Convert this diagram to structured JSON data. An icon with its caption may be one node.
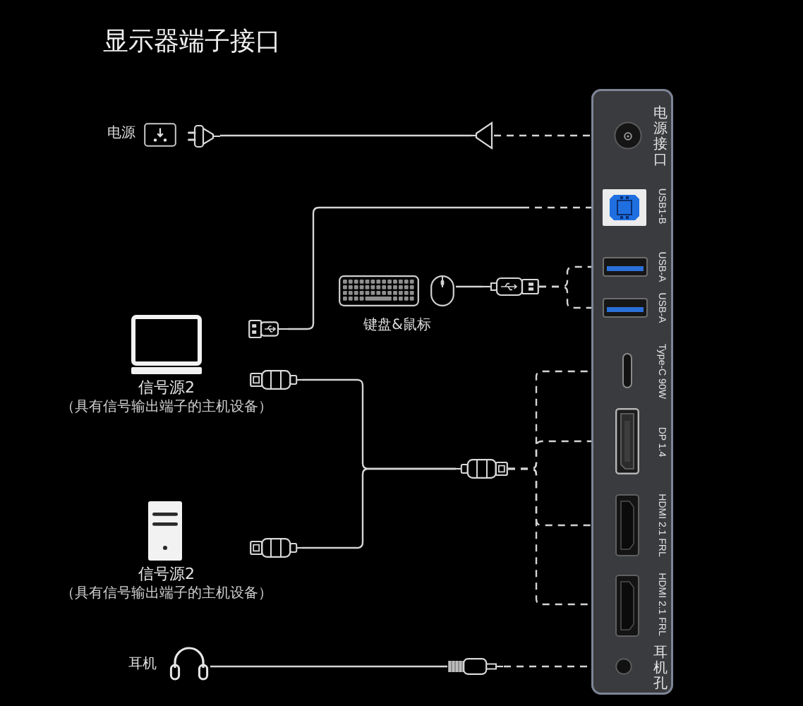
{
  "diagram": {
    "title": "显示器端子接口",
    "nodes": [
      {
        "text": [],
        "shape": "box"
      },
      {
        "text": [
          "电源接口"
        ],
        "in": 0
      },
      {
        "text": [
          "USB1-B"
        ],
        "in": 0
      },
      {
        "text": [
          "USB-A"
        ],
        "in": 0
      },
      {
        "text": [
          "USB-A"
        ],
        "in": 0
      },
      {
        "text": [
          "Type-C 90W"
        ],
        "in": 0
      },
      {
        "text": [
          "DP 1.4"
        ],
        "in": 0
      },
      {
        "text": [
          "HDMI 2.1 FRL"
        ],
        "in": 0
      },
      {
        "text": [
          "HDMI 2.1 FRL"
        ],
        "in": 0
      },
      {
        "text": [
          "耳机孔"
        ],
        "in": 0
      },
      {
        "text": [
          "电源"
        ]
      },
      {
        "text": [],
        "shape": "plug"
      },
      {
        "text": [],
        "shape": "plug"
      },
      {
        "text": [],
        "shape": "plug"
      },
      {
        "text": [
          "键盘&鼠标"
        ]
      },
      {
        "text": [],
        "shape": "plug"
      },
      {
        "text": [
          "信号源2",
          "（具有信号输出端子的主机设备）"
        ]
      },
      {
        "text": [],
        "shape": "plug"
      },
      {
        "text": [
          "信号源2",
          "（具有信号输出端子的主机设备）"
        ]
      },
      {
        "text": [],
        "shape": "plug"
      },
      {
        "text": [],
        "shape": "plug"
      },
      {
        "text": [
          "耳机"
        ]
      },
      {
        "text": [],
        "shape": "plug"
      }
    ],
    "edges": [
      {
        "from": 11,
        "to": 12,
        "arrow": "none"
      },
      {
        "from": 12,
        "to": 1,
        "arrow": "none",
        "style": "dashed"
      },
      {
        "from": 2,
        "to": 13,
        "arrow": "none",
        "style": "dashed"
      },
      {
        "from": 14,
        "to": 15,
        "arrow": "none"
      },
      {
        "from": 15,
        "to": 3,
        "arrow": "none",
        "style": "dashed"
      },
      {
        "from": 15,
        "to": 4,
        "arrow": "none",
        "style": "dashed"
      },
      {
        "from": 17,
        "to": 20,
        "arrow": "none"
      },
      {
        "from": 19,
        "to": 20,
        "arrow": "none"
      },
      {
        "from": 20,
        "to": 5,
        "arrow": "none",
        "style": "dashed"
      },
      {
        "from": 20,
        "to": 6,
        "arrow": "none",
        "style": "dashed"
      },
      {
        "from": 20,
        "to": 7,
        "arrow": "none",
        "style": "dashed"
      },
      {
        "from": 20,
        "to": 8,
        "arrow": "none",
        "style": "dashed"
      },
      {
        "from": 21,
        "to": 22,
        "arrow": "none"
      },
      {
        "from": 22,
        "to": 9,
        "arrow": "none",
        "style": "dashed"
      }
    ]
  }
}
